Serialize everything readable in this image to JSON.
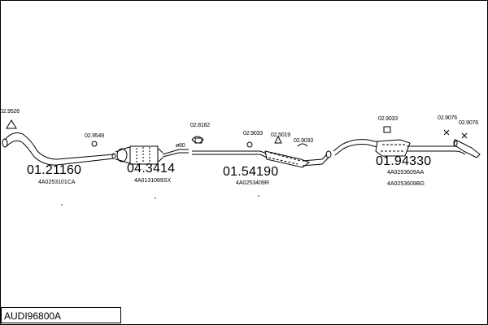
{
  "title": "AUDI96800A",
  "parts": [
    {
      "id": "01.21160",
      "ref": "4A0253101CA"
    },
    {
      "id": "04.3414",
      "ref": "4A0131089SX"
    },
    {
      "id": "01.54190",
      "ref": "4A0253409R"
    },
    {
      "id": "01.94330",
      "ref": "4A0253609AA",
      "ref2": "4A0253609BG"
    }
  ],
  "accessories": [
    "02.9526",
    "02.9549",
    "02.8162",
    "02.9033",
    "02.5019",
    "02.9033",
    "02.9033",
    "02.9076",
    "02.9076"
  ],
  "pipe_diameter": "ø60"
}
